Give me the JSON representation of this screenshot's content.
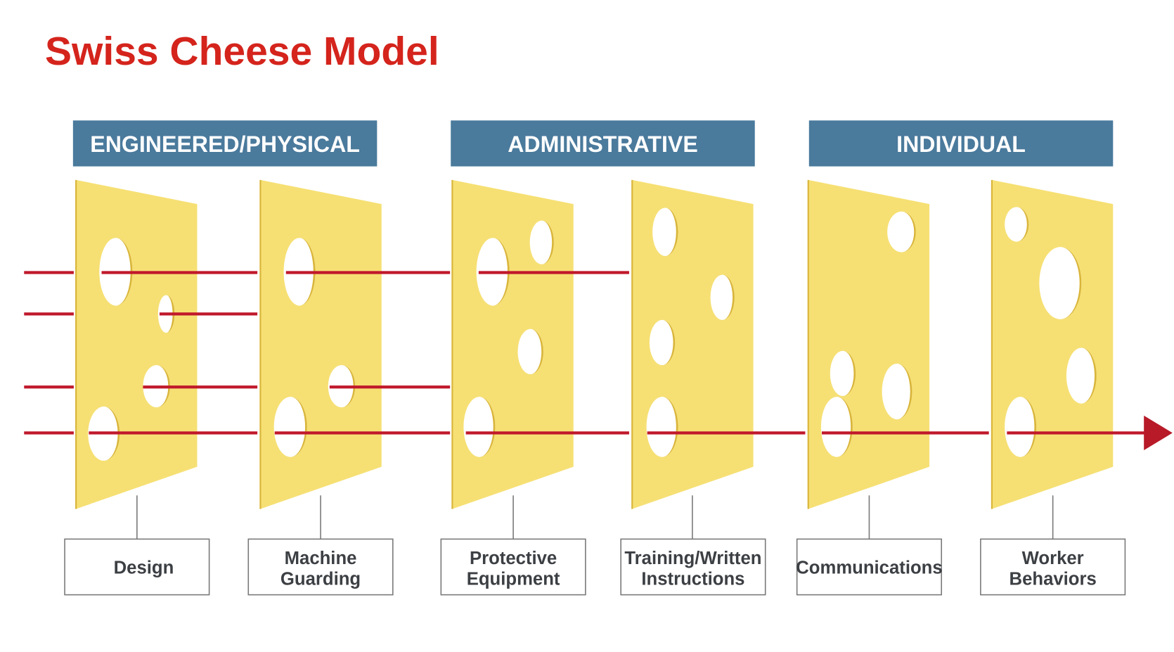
{
  "title": "Swiss Cheese Model",
  "colors": {
    "title": "#d4241c",
    "category_header": "#4a7a9c",
    "cheese": "#f6e074",
    "cheese_edge": "#d9b53a",
    "hazard_line": "#c0182b",
    "box_border": "#7a7a7a",
    "box_text": "#3c3f43"
  },
  "categories": [
    {
      "label": "ENGINEERED/PHYSICAL"
    },
    {
      "label": "ADMINISTRATIVE"
    },
    {
      "label": "INDIVIDUAL"
    }
  ],
  "layers": [
    {
      "lines": [
        "Design"
      ]
    },
    {
      "lines": [
        "Machine",
        "Guarding"
      ]
    },
    {
      "lines": [
        "Protective",
        "Equipment"
      ]
    },
    {
      "lines": [
        "Training/Written",
        "Instructions"
      ]
    },
    {
      "lines": [
        "Communications"
      ]
    },
    {
      "lines": [
        "Worker",
        "Behaviors"
      ]
    }
  ],
  "hazard_paths": [
    {
      "name": "hazard-path-1",
      "stops_before_layer": 4
    },
    {
      "name": "hazard-path-2",
      "stops_before_layer": 2
    },
    {
      "name": "hazard-path-3",
      "stops_before_layer": 3
    },
    {
      "name": "hazard-path-4",
      "stops_before_layer": null,
      "reaches_outcome": true
    }
  ]
}
